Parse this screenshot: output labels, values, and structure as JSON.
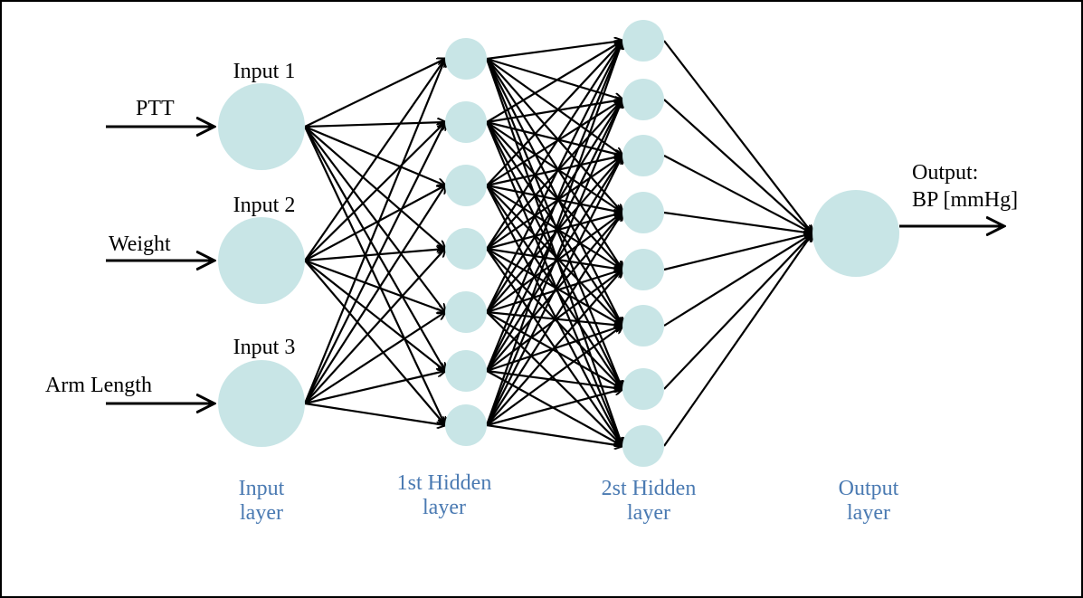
{
  "diagram": {
    "colors": {
      "node": "#c8e5e6",
      "edge": "#000000",
      "layer_label": "#4a7ab2",
      "text": "#000000"
    },
    "inputs": [
      {
        "name": "Input 1",
        "feature": "PTT"
      },
      {
        "name": "Input 2",
        "feature": "Weight"
      },
      {
        "name": "Input 3",
        "feature": "Arm Length"
      }
    ],
    "hidden1_count": 7,
    "hidden2_count": 8,
    "output": {
      "line1": "Output:",
      "line2": "BP [mmHg]"
    },
    "layer_labels": [
      {
        "line1": "Input",
        "line2": "layer"
      },
      {
        "line1": "1st Hidden",
        "line2": "layer"
      },
      {
        "line1": "2st Hidden",
        "line2": "layer"
      },
      {
        "line1": "Output",
        "line2": "layer"
      }
    ]
  }
}
